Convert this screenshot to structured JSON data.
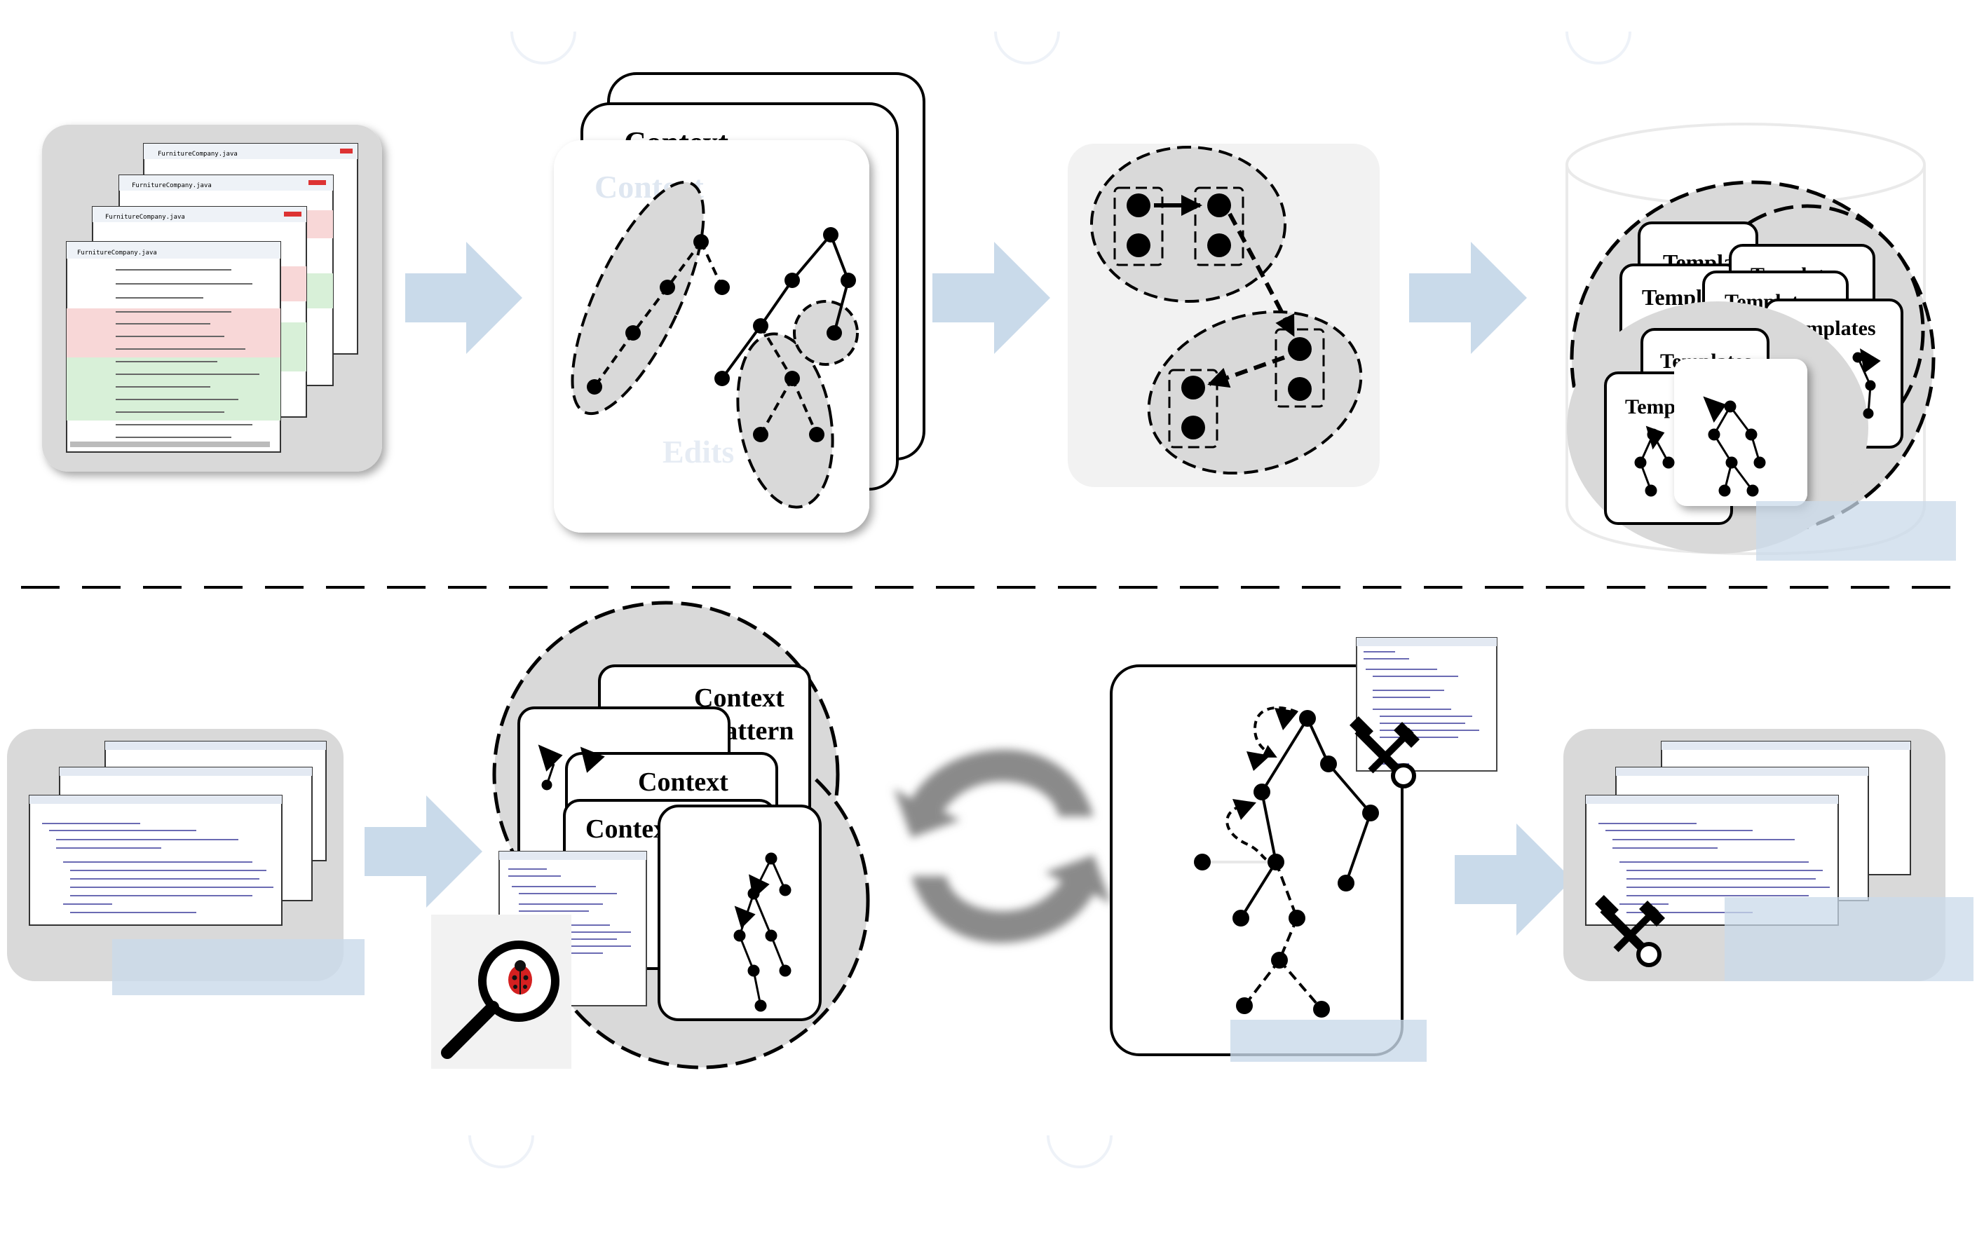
{
  "labels": {
    "context": "Context",
    "edits": "Edits",
    "templates": "Templates",
    "pattern": "Pattern"
  },
  "files": {
    "diff_filename": "FurnitureCompany.java"
  },
  "icons": [
    "document-stack-icon",
    "arrow-right-icon",
    "tree-graph-icon",
    "database-icon",
    "magnifier-icon",
    "ladybug-icon",
    "refresh-cycle-icon",
    "repair-tools-icon"
  ],
  "colors": {
    "arrow": "#c9daea",
    "panel": "#d9d9d9",
    "panel_light": "#f2f2f2",
    "diff_removed": "#f8d7d7",
    "diff_added": "#d8f0d8",
    "black": "#000000"
  }
}
